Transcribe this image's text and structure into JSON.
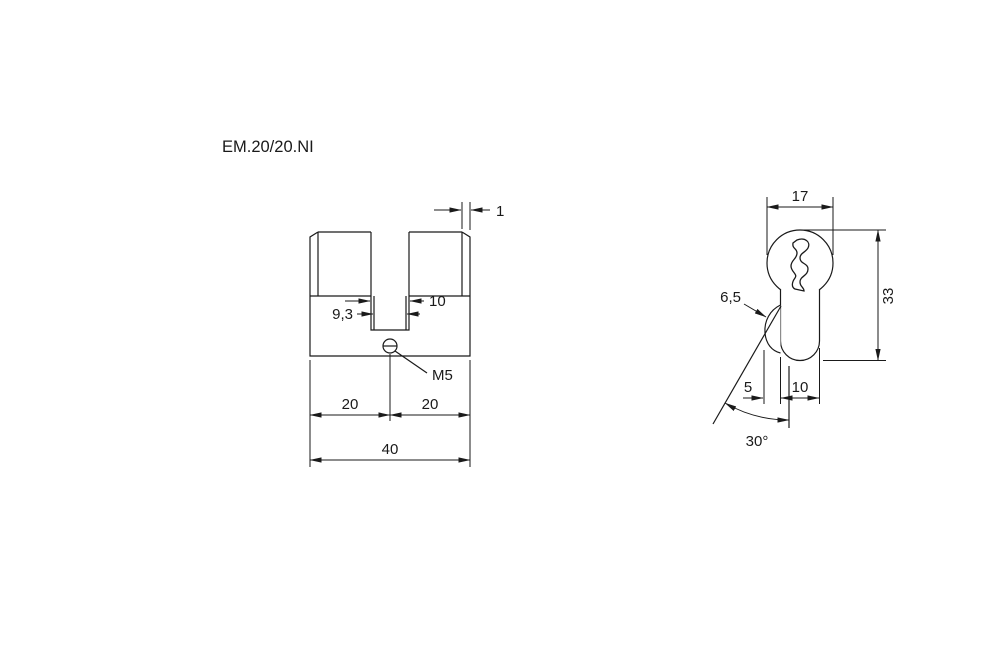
{
  "title": "EM.20/20.NI",
  "colors": {
    "line": "#1a1a1a",
    "background": "#ffffff"
  },
  "side_view": {
    "dim_chamfer": "1",
    "dim_cam_top": "10",
    "dim_cam": "9,3",
    "screw_label": "M5",
    "dim_half_left": "20",
    "dim_half_right": "20",
    "dim_total_length": "40"
  },
  "front_view": {
    "dim_width": "17",
    "dim_height": "33",
    "dim_foot_chamfer": "6,5",
    "dim_foot_offset": "5",
    "dim_body_width": "10",
    "dim_angle": "30°"
  }
}
